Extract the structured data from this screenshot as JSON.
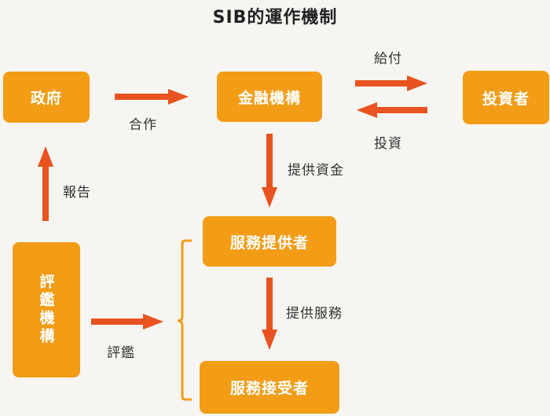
{
  "title": "SIB的運作機制",
  "nodes": {
    "government": "政府",
    "financial_institution": "金融機構",
    "investor": "投資者",
    "service_provider": "服務提供者",
    "service_recipient": "服務接受者",
    "evaluation_institution": "評鑑機構"
  },
  "edge_labels": {
    "cooperation": "合作",
    "payment": "給付",
    "investment": "投資",
    "provide_funds": "提供資金",
    "report": "報告",
    "provide_services": "提供服務",
    "evaluation": "評鑑"
  },
  "colors": {
    "box": "#f39c16",
    "arrow": "#e8531f",
    "bracket": "#f39c16",
    "background": "#f7f5f2"
  }
}
